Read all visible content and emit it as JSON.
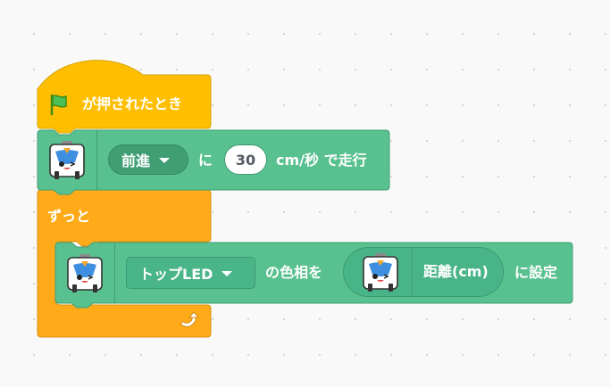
{
  "colors": {
    "event_block": "#ffbf00",
    "control_block": "#ffab19",
    "extension_block": "#59c08f",
    "workspace": "#f9f9f9"
  },
  "hat_block": {
    "icon": "green-flag-icon",
    "label": "が押されたとき"
  },
  "move_block": {
    "icon": "robot-icon",
    "direction_value": "前進",
    "particle": "に",
    "speed_value": "30",
    "unit_label": "cm/秒 で走行"
  },
  "forever_block": {
    "label": "ずっと",
    "loop_icon": "loop-arrow-icon"
  },
  "led_block": {
    "icon": "robot-icon",
    "led_value": "トップLED",
    "middle_label": "の色相を",
    "reporter_icon": "robot-icon",
    "reporter_label": "距離(cm)",
    "end_label": "に設定"
  }
}
